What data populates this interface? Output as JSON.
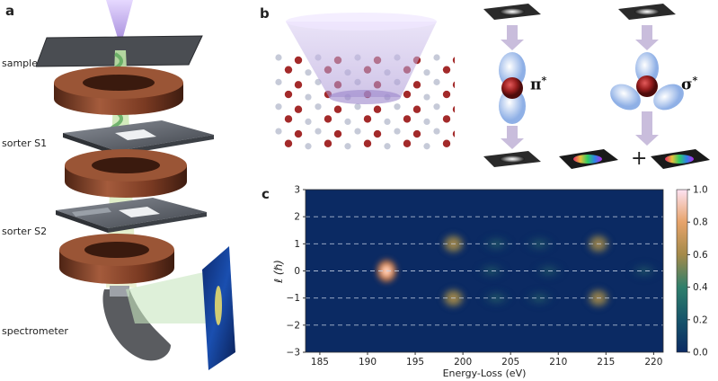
{
  "panel_a": {
    "letter": "a",
    "labels": [
      "sample",
      "sorter S1",
      "sorter S2",
      "spectrometer"
    ]
  },
  "panel_b": {
    "letter": "b",
    "pi_label": "π",
    "pi_sup": "*",
    "sigma_label": "σ",
    "sigma_sup": "*",
    "plus": "+"
  },
  "panel_c": {
    "letter": "c"
  },
  "colors": {
    "copper": "#8a4a32",
    "plate": "#5a5f68",
    "cone": "#c9b7e6",
    "beam_green": "#7fbf7f",
    "arrow": "#c6bad9",
    "atom_red": "#a32a2a",
    "atom_light": "#c6cad8",
    "lobe": "#b9cdf0",
    "map_bg": "#0b2a63"
  },
  "chart_data": {
    "type": "heatmap",
    "xlabel": "Energy-Loss (eV)",
    "ylabel": "ℓ (ℏ)",
    "xlim": [
      183.5,
      221
    ],
    "ylim": [
      -3,
      3
    ],
    "x_ticks": [
      "185",
      "190",
      "195",
      "200",
      "205",
      "210",
      "215",
      "220"
    ],
    "x_tick_values": [
      185,
      190,
      195,
      200,
      205,
      210,
      215,
      220
    ],
    "y_ticks": [
      "3",
      "2",
      "1",
      "0",
      "−1",
      "−2",
      "−3"
    ],
    "y_tick_values": [
      3,
      2,
      1,
      0,
      -1,
      -2,
      -3
    ],
    "dashed_grid_y": [
      2,
      1,
      0,
      -1,
      -2
    ],
    "colorbar": {
      "ticks": [
        "1.0",
        "0.8",
        "0.6",
        "0.4",
        "0.2",
        "0.0"
      ],
      "tick_values": [
        1.0,
        0.8,
        0.6,
        0.4,
        0.2,
        0.0
      ],
      "range": [
        0,
        1
      ]
    },
    "peaks": [
      {
        "x": 192,
        "l": 0,
        "intensity": 1.0
      },
      {
        "x": 199,
        "l": 1,
        "intensity": 0.55
      },
      {
        "x": 199,
        "l": -1,
        "intensity": 0.55
      },
      {
        "x": 214.2,
        "l": 1,
        "intensity": 0.5
      },
      {
        "x": 214.2,
        "l": -1,
        "intensity": 0.5
      },
      {
        "x": 203.5,
        "l": 1,
        "intensity": 0.25
      },
      {
        "x": 203.5,
        "l": -1,
        "intensity": 0.25
      },
      {
        "x": 208,
        "l": 1,
        "intensity": 0.2
      },
      {
        "x": 208,
        "l": -1,
        "intensity": 0.2
      },
      {
        "x": 203,
        "l": 0,
        "intensity": 0.18
      },
      {
        "x": 209,
        "l": 0,
        "intensity": 0.15
      },
      {
        "x": 219,
        "l": 0,
        "intensity": 0.15
      }
    ]
  }
}
